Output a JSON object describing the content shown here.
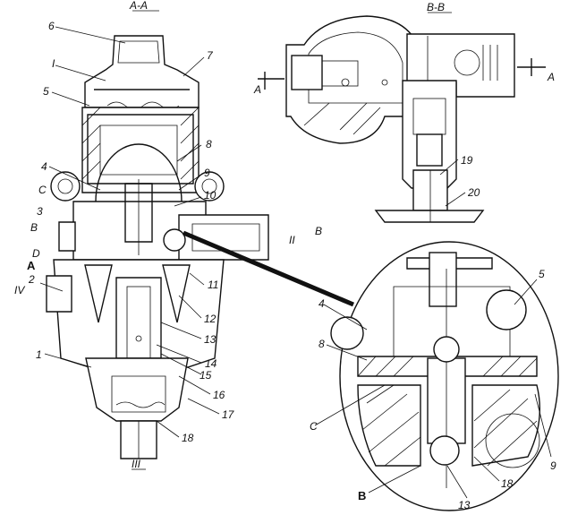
{
  "sections": {
    "aa": "А-А",
    "vv": "В-В"
  },
  "parts": [
    "1",
    "2",
    "3",
    "4",
    "5",
    "6",
    "7",
    "8",
    "9",
    "10",
    "11",
    "12",
    "13",
    "14",
    "15",
    "16",
    "17",
    "18",
    "19",
    "20"
  ],
  "zoom_labels": {
    "p4": "4",
    "p5": "5",
    "p8": "8",
    "p9": "9",
    "p13": "13",
    "p18": "18",
    "c": "C",
    "b": "B"
  },
  "letters": {
    "roman_i": "I",
    "roman_ii": "II",
    "roman_iii": "III",
    "roman_iv": "IV",
    "a_bold": "A",
    "c": "C",
    "d": "D",
    "b_left": "В",
    "b_right": "В",
    "a_top_left": "А",
    "a_top_right": "А"
  }
}
